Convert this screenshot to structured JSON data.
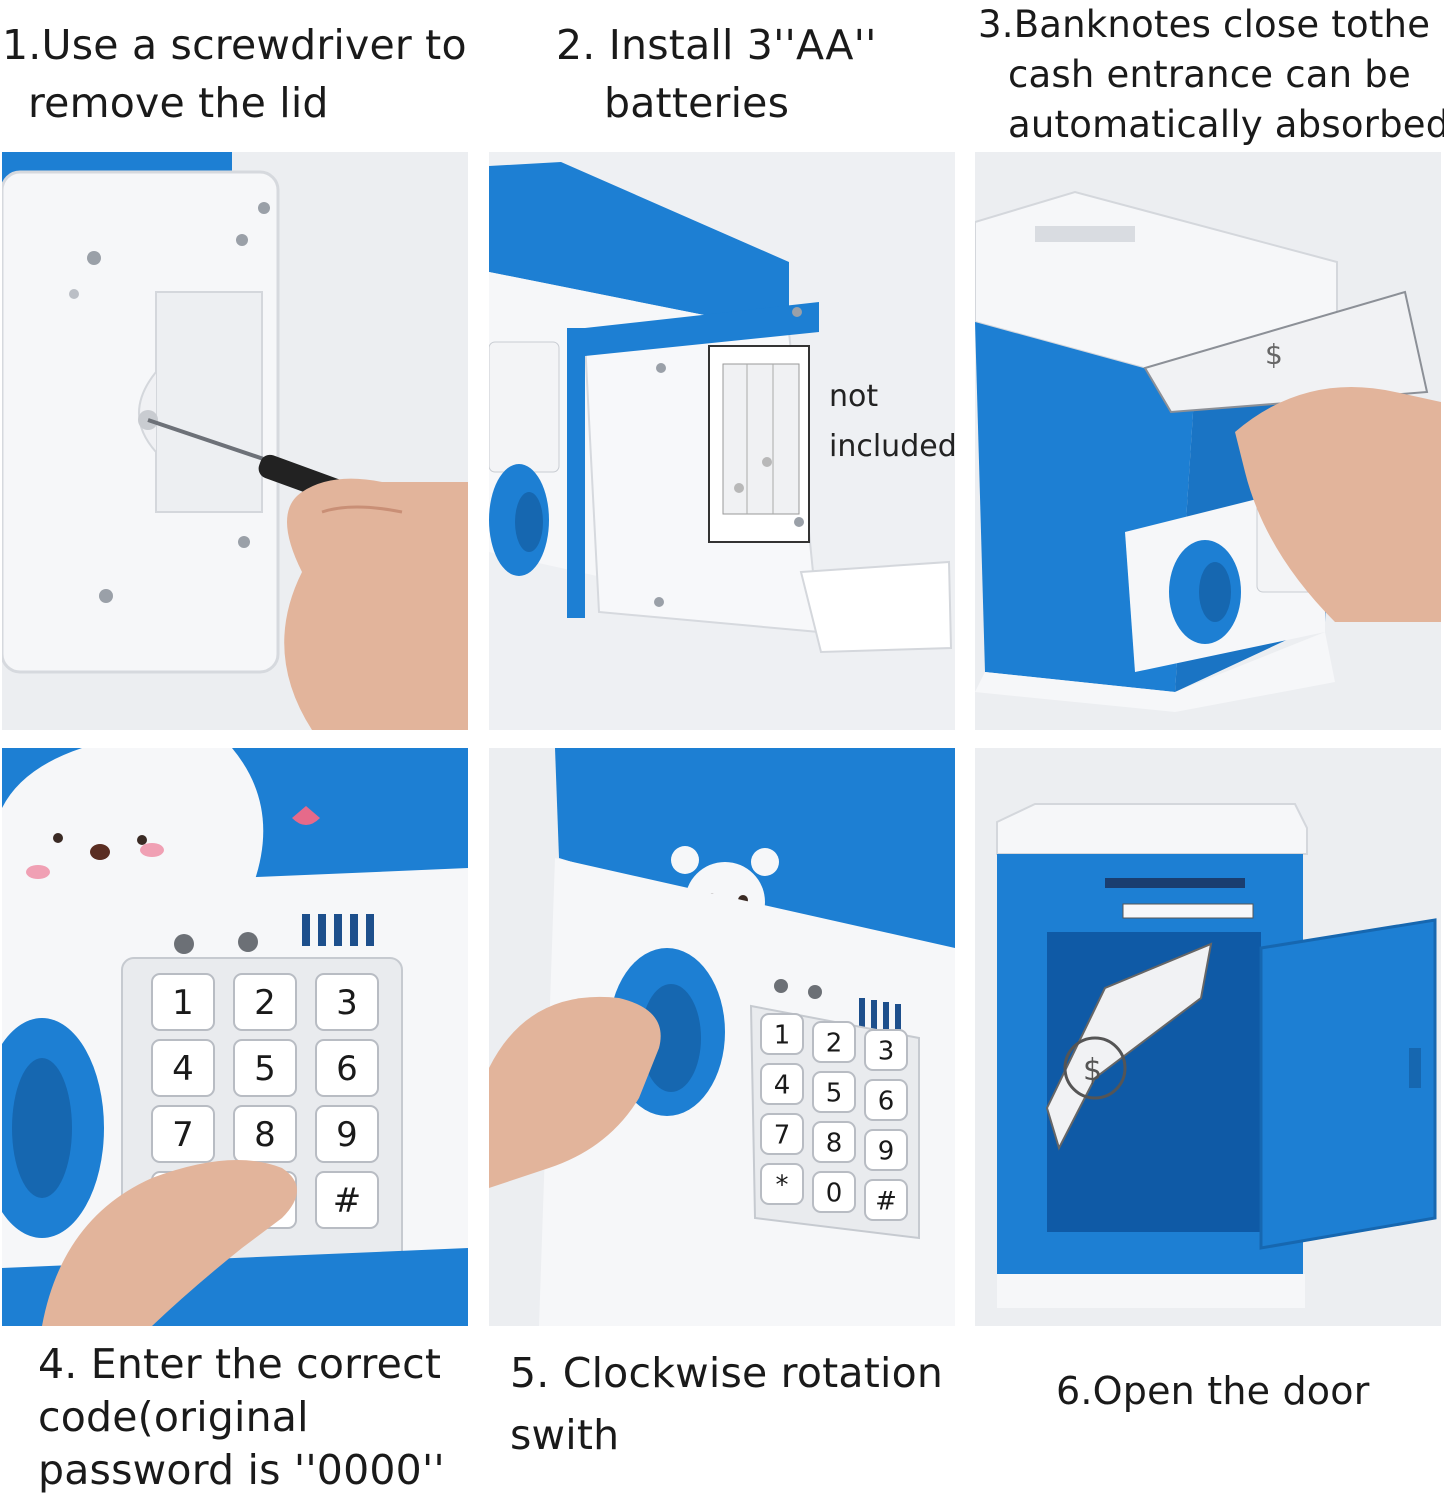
{
  "colors": {
    "product_blue": "#1d7fd3",
    "product_white": "#f6f7f9",
    "background": "#eeeff2",
    "skin": "#e2b49b"
  },
  "steps": [
    {
      "caption_lines": [
        "1.Use a screwdriver to",
        " remove the lid"
      ]
    },
    {
      "caption_lines": [
        "2. Install 3''AA''",
        "batteries"
      ],
      "note_lines": [
        "not",
        "included"
      ]
    },
    {
      "caption_lines": [
        "3.Banknotes close tothe",
        "cash entrance can be",
        "automatically absorbed"
      ]
    },
    {
      "caption_lines": [
        "4. Enter the correct",
        "code(original",
        "password is ''0000''"
      ],
      "keypad": [
        "1",
        "2",
        "3",
        "4",
        "5",
        "6",
        "7",
        "8",
        "9",
        "*",
        "0",
        "#"
      ]
    },
    {
      "caption_lines": [
        "5. Clockwise rotation",
        "swith"
      ]
    },
    {
      "caption_lines": [
        "6.Open the door"
      ]
    }
  ]
}
